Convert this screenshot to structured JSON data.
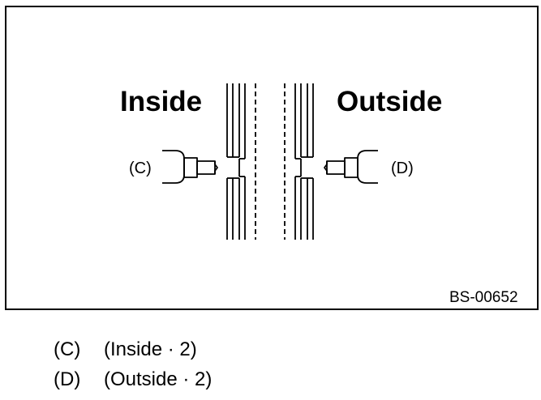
{
  "diagram": {
    "inside_title": "Inside",
    "outside_title": "Outside",
    "label_c": "(C)",
    "label_d": "(D)",
    "figure_code": "BS-00652"
  },
  "legend": [
    {
      "key": "(C)",
      "text": "(Inside · 2)"
    },
    {
      "key": "(D)",
      "text": "(Outside · 2)"
    }
  ]
}
